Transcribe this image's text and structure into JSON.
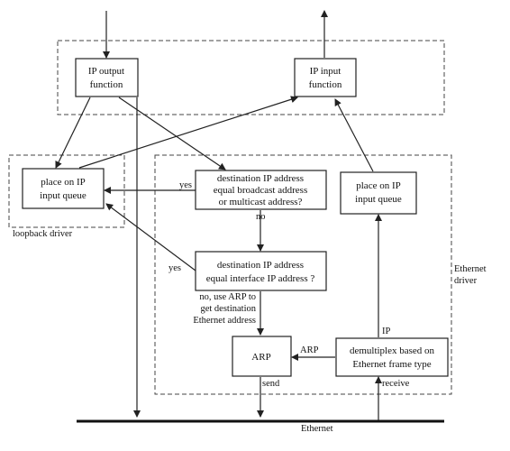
{
  "boxes": {
    "ip_output": [
      "IP output",
      "function"
    ],
    "ip_input": [
      "IP input",
      "function"
    ],
    "place_left": [
      "place on IP",
      "input queue"
    ],
    "dest_broadcast": [
      "destination IP address",
      "equal broadcast address",
      "or multicast address?"
    ],
    "place_right": [
      "place on IP",
      "input queue"
    ],
    "dest_interface": [
      "destination IP address",
      "equal interface IP address ?"
    ],
    "arp": [
      "ARP"
    ],
    "demux": [
      "demultiplex based on",
      "Ethernet frame type"
    ]
  },
  "labels": {
    "yes_top": "yes",
    "no_mid": "no",
    "yes_bottom": "yes",
    "use_arp": [
      "no, use ARP to",
      "get destination",
      "Ethernet address"
    ],
    "arp_arrow": "ARP",
    "ip_arrow": "IP",
    "send": "send",
    "receive": "receive",
    "loopback_driver": "loopback driver",
    "ethernet_driver": [
      "Ethernet",
      "driver"
    ],
    "ethernet": "Ethernet"
  }
}
